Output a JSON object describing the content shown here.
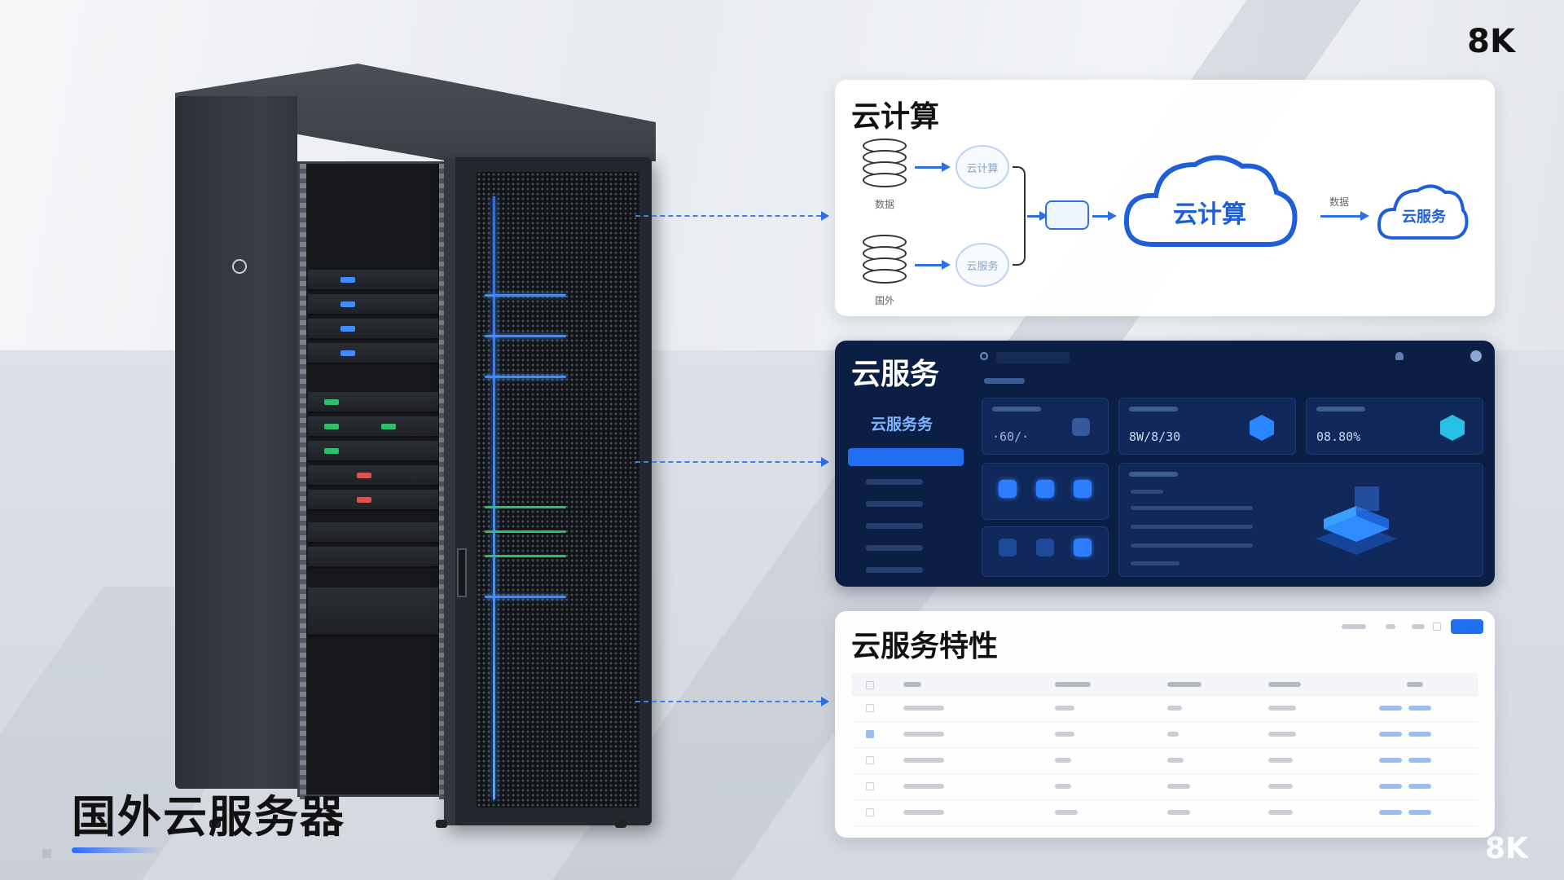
{
  "badges": {
    "top": "8K",
    "bottom": "8K"
  },
  "main_title": "国外云服务器",
  "panels": {
    "cloud_computing": {
      "title": "云计算",
      "db1_label": "数据",
      "db2_label": "国外",
      "node1": "云计算",
      "node2": "云服务",
      "cloud_big": "云计算",
      "cloud_small": "云服务",
      "arrow_label_2": "数据"
    },
    "cloud_service": {
      "title": "云服务",
      "subtitle": "云服务务",
      "card1_value": "8W/8/30",
      "card2_value": "08.80%"
    },
    "cloud_features": {
      "title": "云服务特性"
    }
  },
  "colors": {
    "accent": "#2f6fe0",
    "dark_panel": "#0b1e44",
    "rack_glow": "#3c8dff"
  }
}
